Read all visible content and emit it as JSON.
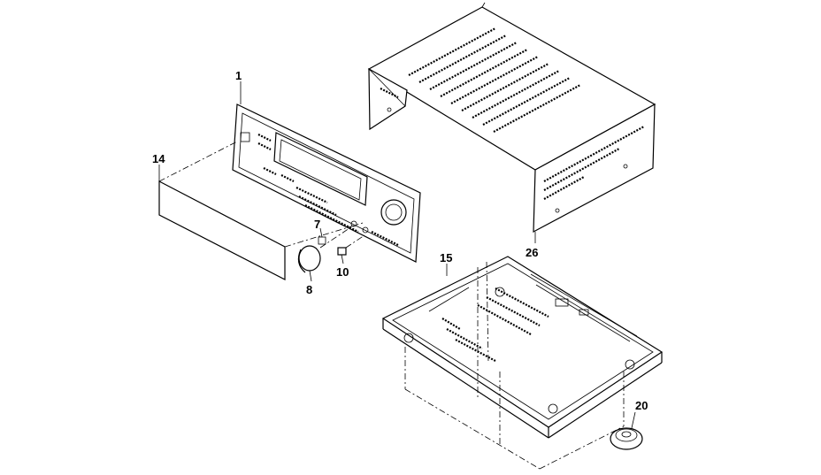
{
  "diagram": {
    "callouts": {
      "front_panel": "1",
      "cover_plate": "14",
      "knob_shaft": "7",
      "knob": "8",
      "button": "10",
      "top_cover": "26",
      "chassis": "15",
      "foot": "20"
    }
  }
}
